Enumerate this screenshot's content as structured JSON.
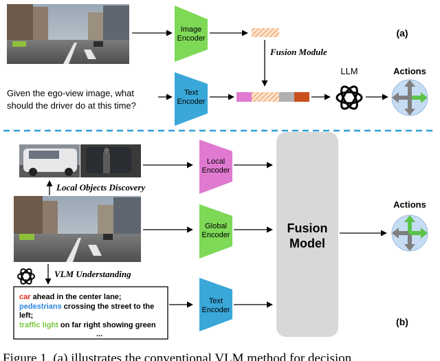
{
  "top": {
    "image_encoder": [
      "Image",
      "Encoder"
    ],
    "text_encoder": [
      "Text",
      "Encoder"
    ],
    "fusion_module": "Fusion Module",
    "llm": "LLM",
    "actions": "Actions",
    "question": [
      "Given the ego-view image, what",
      "should the driver do at this time?"
    ],
    "panel_label": "(a)"
  },
  "bottom": {
    "local_encoder": [
      "Local",
      "Encoder"
    ],
    "global_encoder": [
      "Global",
      "Encoder"
    ],
    "text_encoder": [
      "Text",
      "Encoder"
    ],
    "fusion_model": [
      "Fusion",
      "Model"
    ],
    "actions": "Actions",
    "local_discovery": "Local Objects Discovery",
    "vlm_understanding": "VLM Understanding",
    "description": {
      "line1_kw": "car",
      "line1_rest": " ahead in the center lane;",
      "line2_kw": "pedestrians",
      "line2_rest": " crossing the street to the",
      "line3": "left;",
      "line4_kw": "traffic light",
      "line4_rest": " on far right showing green",
      "line5": "..."
    },
    "panel_label": "(b)"
  },
  "caption": "Figure 1. (a) illustrates the conventional VLM method for decision",
  "colors": {
    "image_encoder": "#7ed957",
    "text_encoder": "#3aa7d9",
    "local_encoder": "#e07ad0",
    "global_encoder": "#7ed957",
    "fusion_model": "#d8d8d8",
    "divider": "#2a9fd6",
    "kw_car": "#e8251c",
    "kw_pedestrians": "#2e86de",
    "kw_traffic_light": "#7ac943",
    "token_pink": "#e07ad0",
    "token_hatch": "#f0a060",
    "token_gray": "#b0b0b0",
    "token_orange": "#c8501c",
    "action_circle": "#c6dcf2"
  }
}
